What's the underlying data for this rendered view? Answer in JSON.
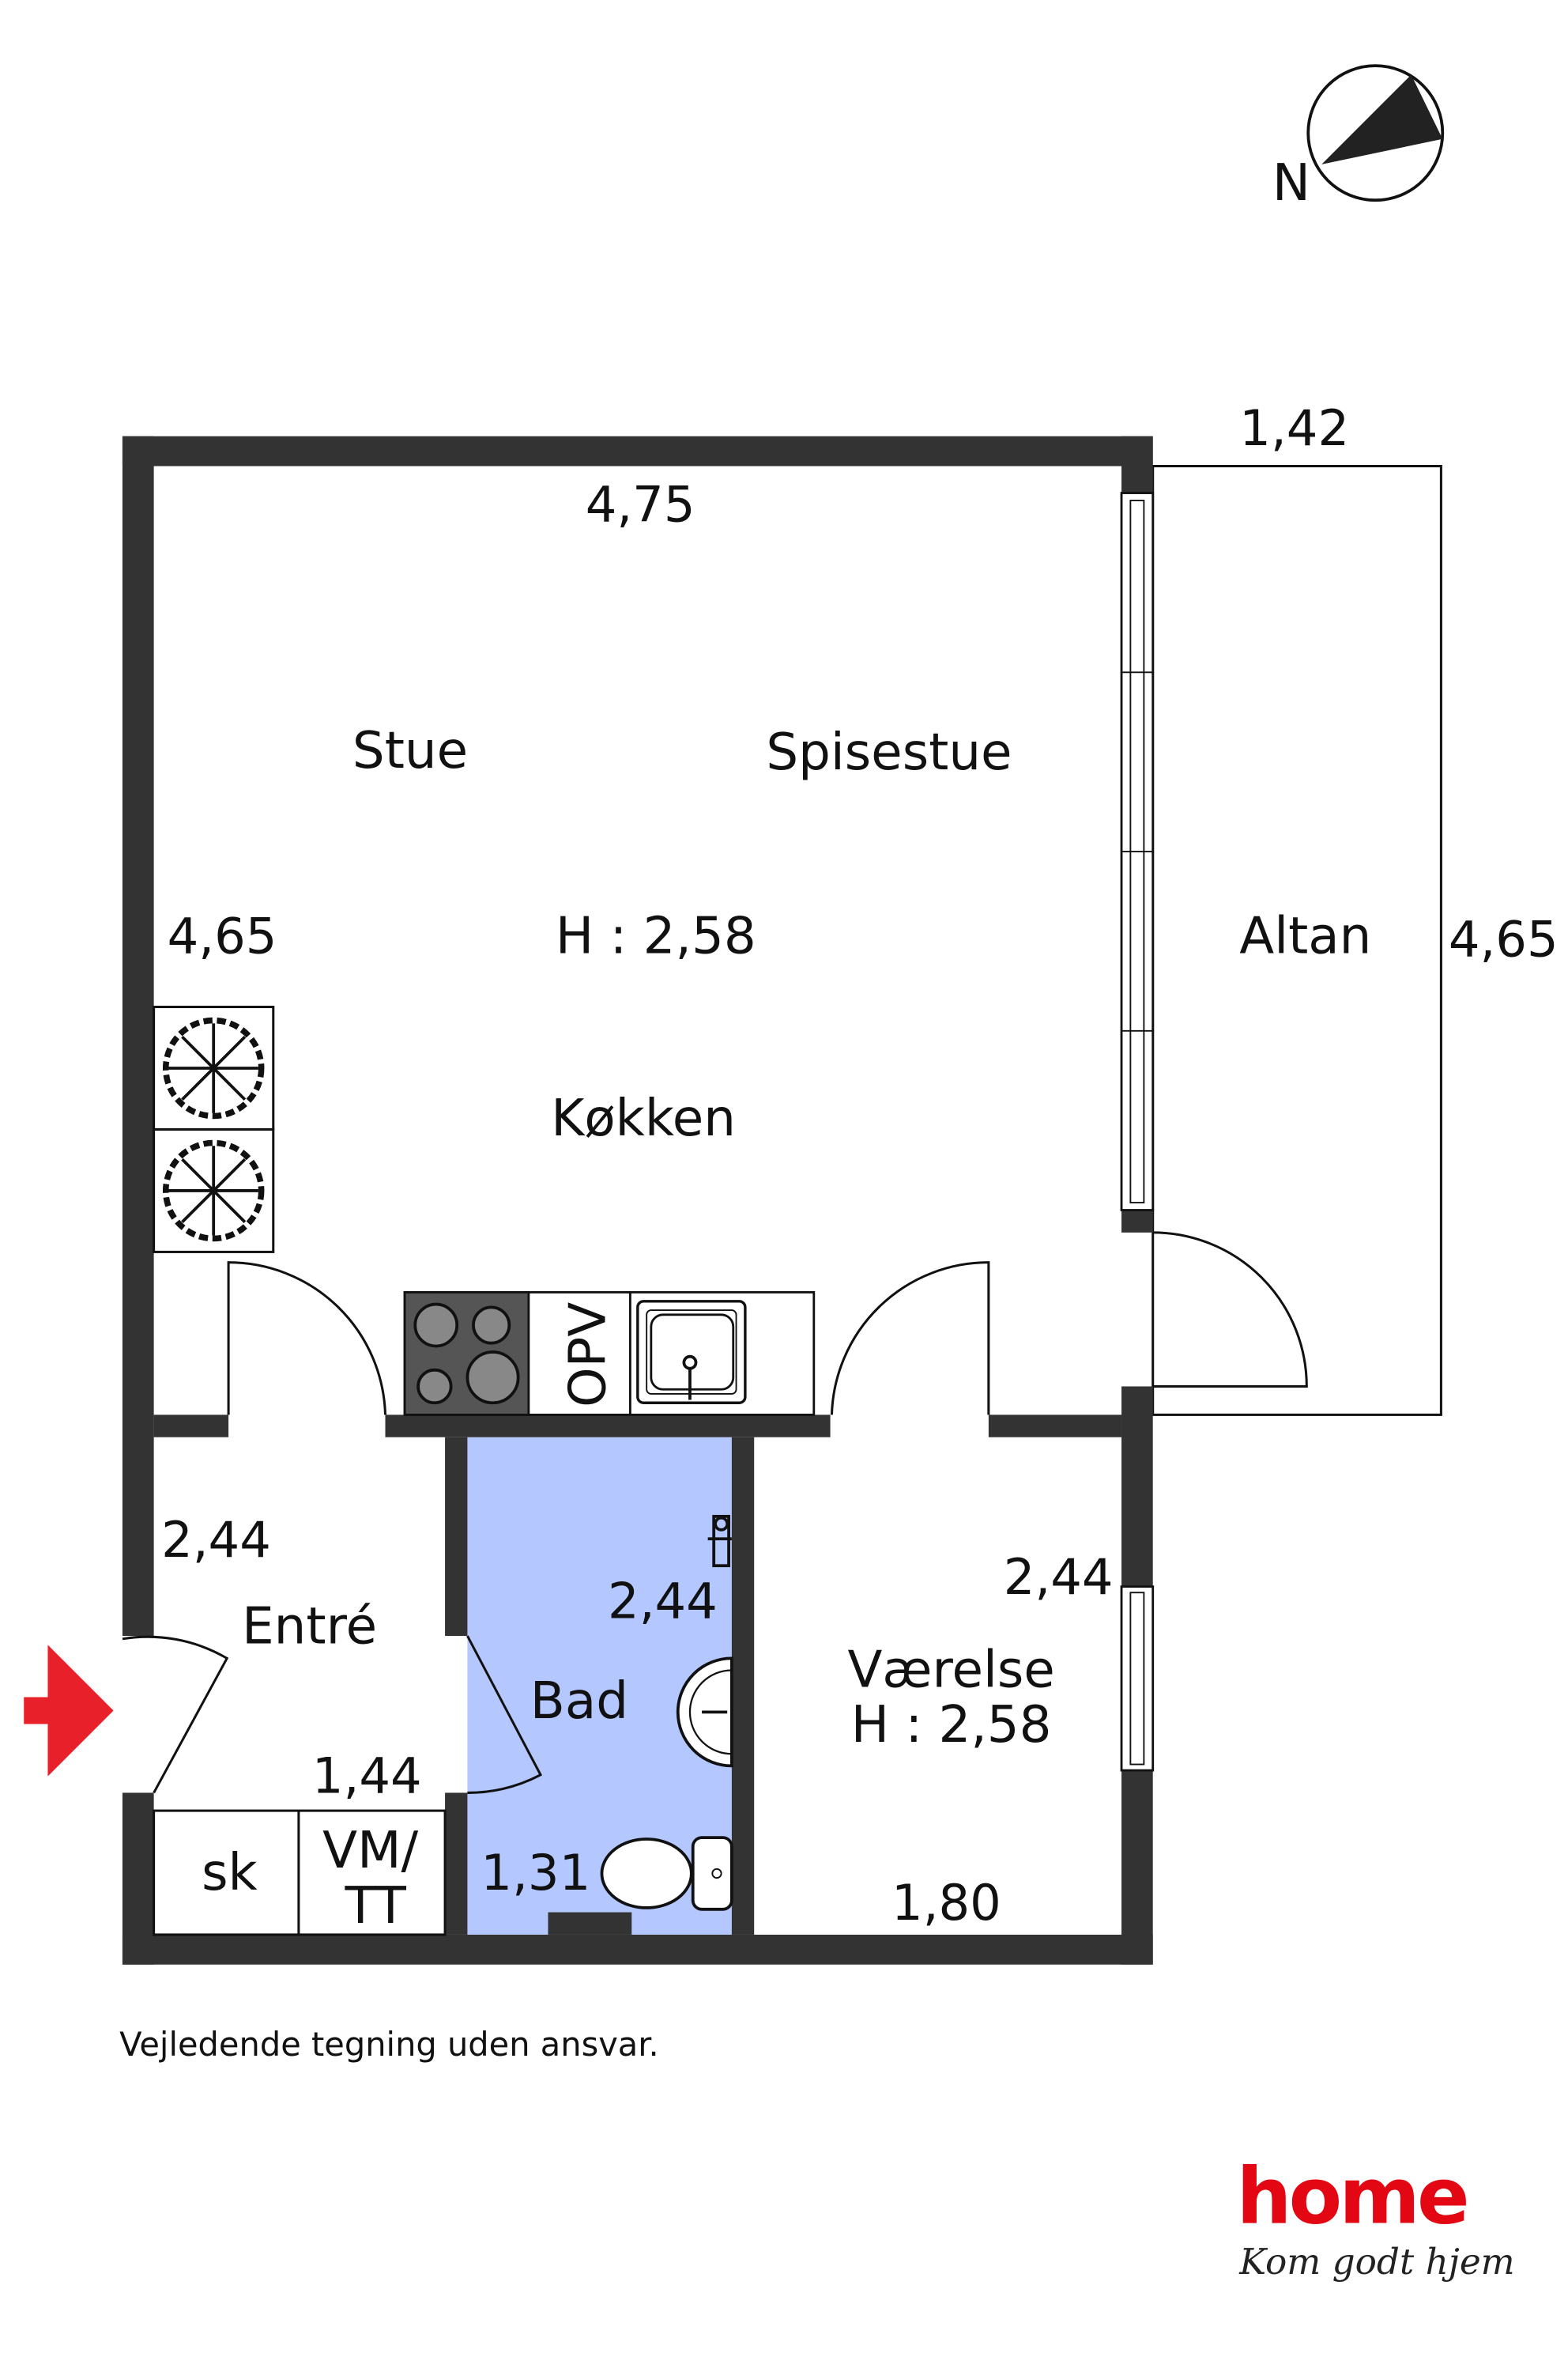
{
  "compass": {
    "label": "N"
  },
  "rooms": {
    "stue": "Stue",
    "spisestue": "Spisestue",
    "hoejde_main": "H : 2,58",
    "koekken": "Køkken",
    "altan": "Altan",
    "entre": "Entré",
    "bad": "Bad",
    "vaerelse": "Værelse",
    "hoejde_vaerelse": "H : 2,58",
    "sk": "sk",
    "vm1": "VM/",
    "vm2": "TT",
    "opv": "OPV"
  },
  "dimensions": {
    "main_width": "4,75",
    "main_depth": "4,65",
    "altan_width": "1,42",
    "altan_depth": "4,65",
    "entre_depth": "2,44",
    "entre_width": "1,44",
    "bad_depth": "2,44",
    "bad_width": "1,31",
    "vaerelse_depth": "2,44",
    "vaerelse_width": "1,80"
  },
  "disclaimer": "Vejledende tegning uden ansvar.",
  "logo": {
    "brand": "home",
    "tagline": "Kom godt hjem"
  },
  "colors": {
    "wall": "#333333",
    "bath": "#b4c8ff",
    "brand": "#e30613",
    "entry_arrow": "#e8202a"
  }
}
